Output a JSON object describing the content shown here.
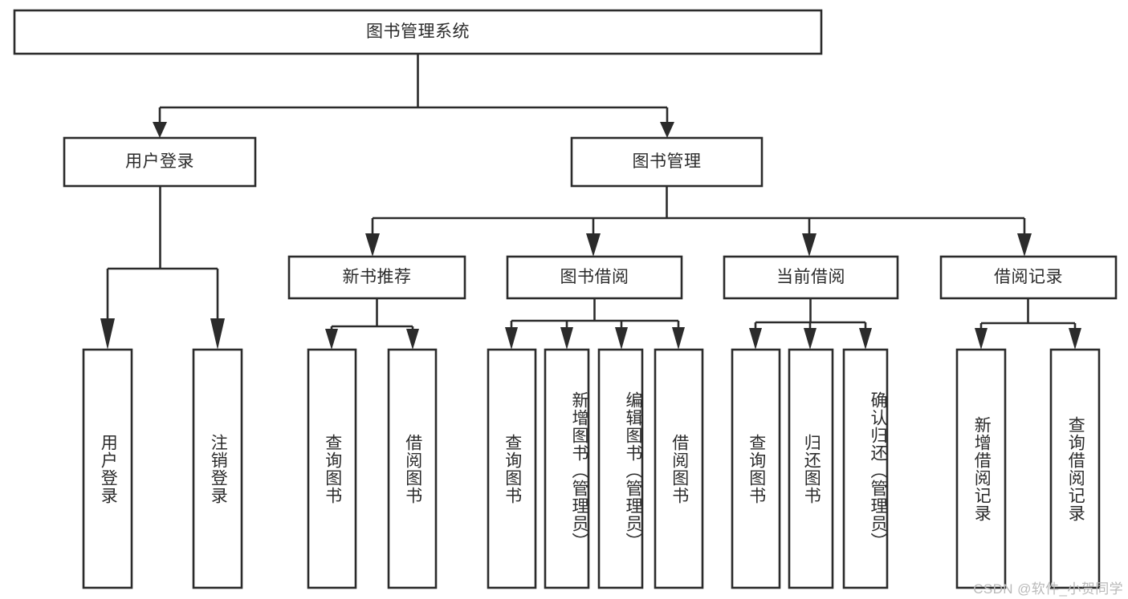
{
  "diagram": {
    "title": "图书管理系统",
    "type": "tree-hierarchy",
    "watermark": "CSDN @软件_小贺同学",
    "colors": {
      "stroke": "#2b2b2b",
      "fill": "#ffffff",
      "text": "#2b2b2b",
      "watermark": "#b9b9b9",
      "background": "#ffffff"
    },
    "root": {
      "label": "图书管理系统"
    },
    "level2": [
      {
        "label": "用户登录"
      },
      {
        "label": "图书管理"
      }
    ],
    "level3": [
      {
        "label": "新书推荐"
      },
      {
        "label": "图书借阅"
      },
      {
        "label": "当前借阅"
      },
      {
        "label": "借阅记录"
      }
    ],
    "leaves": {
      "user_login": [
        {
          "label": "用户登录"
        },
        {
          "label": "注销登录"
        }
      ],
      "new_book_recommend": [
        {
          "label": "查询图书"
        },
        {
          "label": "借阅图书"
        }
      ],
      "book_borrow": [
        {
          "label": "查询图书"
        },
        {
          "label": "新增图书（管理员）"
        },
        {
          "label": "编辑图书（管理员）"
        },
        {
          "label": "借阅图书"
        }
      ],
      "current_borrow": [
        {
          "label": "查询图书"
        },
        {
          "label": "归还图书"
        },
        {
          "label": "确认归还（管理员）"
        }
      ],
      "borrow_record": [
        {
          "label": "新增借阅记录"
        },
        {
          "label": "查询借阅记录"
        }
      ]
    }
  }
}
